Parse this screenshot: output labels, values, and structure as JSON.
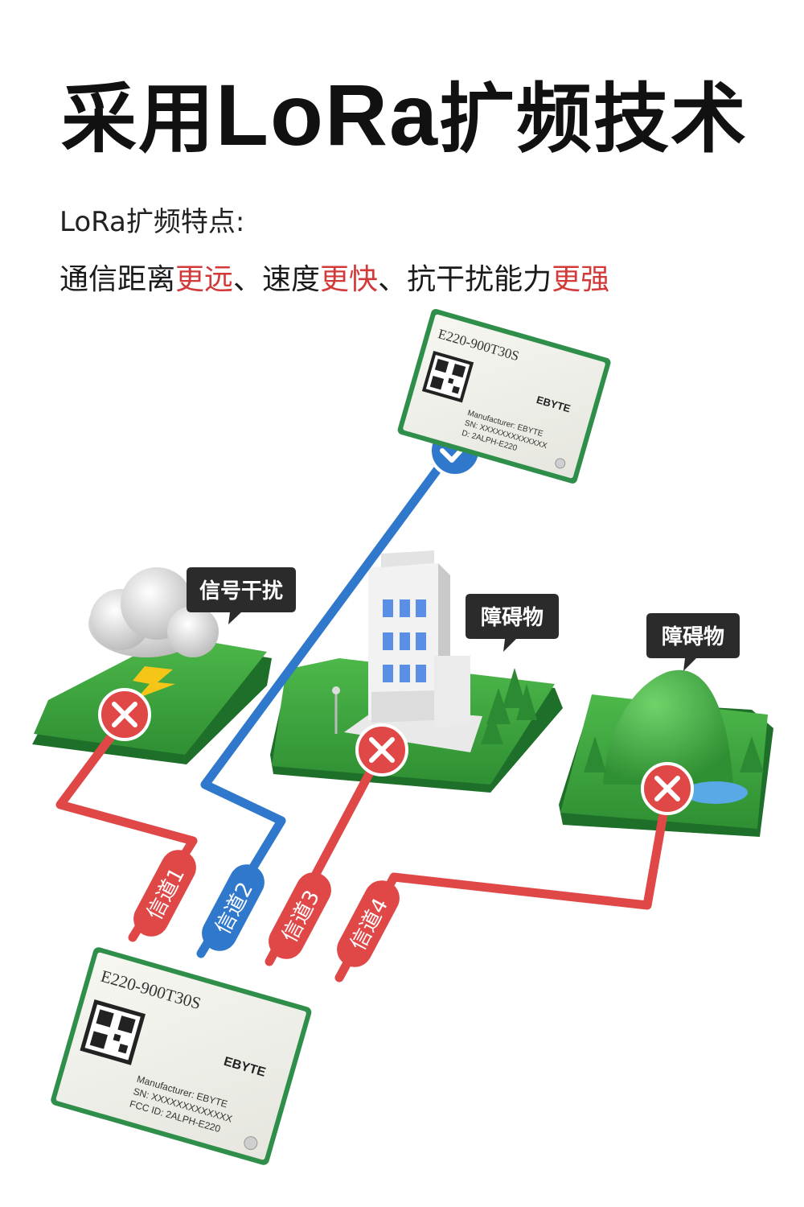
{
  "header": {
    "title_pre": "采用",
    "title_latin": "LoRa",
    "title_post": "扩频技术"
  },
  "subhead": "LoRa扩频特点:",
  "features": {
    "t1": "通信距离",
    "h1": "更远",
    "t2": "、速度",
    "h2": "更快",
    "t3": "、抗干扰能力",
    "h3": "更强"
  },
  "callouts": {
    "signal_interference": "信号干扰",
    "obstacle_building": "障碍物",
    "obstacle_mountain": "障碍物"
  },
  "channels": {
    "ch1": "信道1",
    "ch2": "信道2",
    "ch3": "信道3",
    "ch4": "信道4"
  },
  "module_top": {
    "model": "E220-900T30S",
    "brand": "EBYTE",
    "manufacturer": "Manufacturer: EBYTE",
    "sn": "SN: XXXXXXXXXXXXX",
    "fcc": "D: 2ALPH-E220"
  },
  "module_bottom": {
    "model": "E220-900T30S",
    "brand": "EBYTE",
    "manufacturer": "Manufacturer: EBYTE",
    "sn": "SN: XXXXXXXXXXXXX",
    "fcc": "FCC ID: 2ALPH-E220"
  },
  "colors": {
    "accent_red": "#d23a3a",
    "line_red": "#e04848",
    "line_blue": "#2f78cc",
    "grass": "#3aa13c",
    "module_green": "#2f8f4a"
  },
  "icons": [
    "check-icon",
    "cross-icon",
    "lightning-icon",
    "cloud-icon"
  ]
}
